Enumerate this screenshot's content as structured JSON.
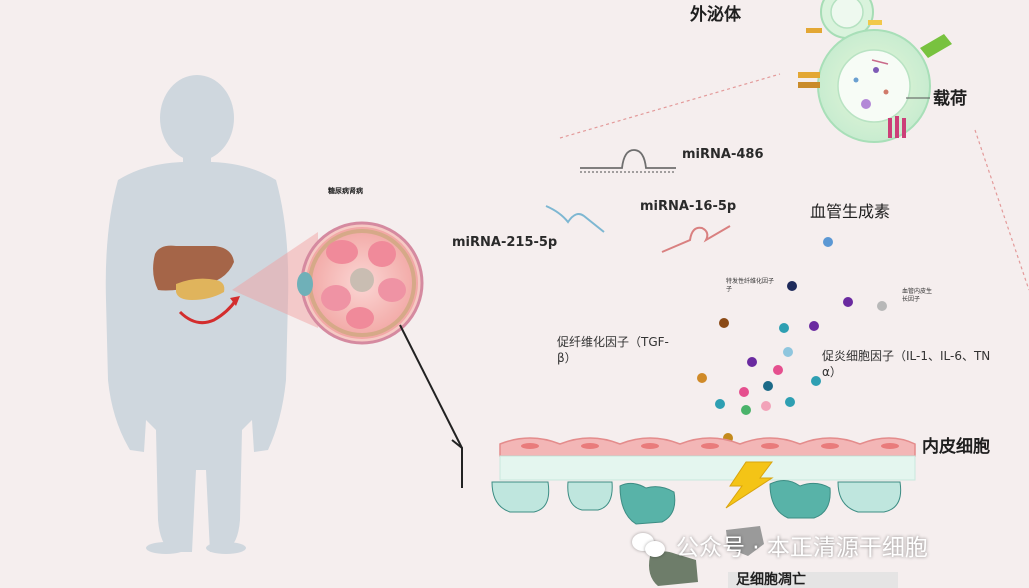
{
  "labels": {
    "exosome": "外泌体",
    "cargo": "载荷",
    "mirna_486": "miRNA-486",
    "mirna_16_5p": "miRNA-16-5p",
    "mirna_215_5p": "miRNA-215-5p",
    "angiogenic": "血管生成素",
    "kidney_caption": "糖尿病肾病",
    "small_factor_a_1": "特发性纤维化因子",
    "small_factor_a_2": "子",
    "small_factor_b_1": "血管内皮生",
    "small_factor_b_2": "长因子",
    "profibrotic_1": "促纤维化因子（TGF-",
    "profibrotic_2": "β）",
    "proinflammatory_1": "促炎细胞因子（IL-1、IL-6、TN",
    "proinflammatory_2": "α）",
    "endothelial": "内皮细胞",
    "podocyte_death": "足细胞凋亡"
  },
  "watermark": {
    "text": "公众号 · 本正清源干细胞",
    "icon": "wechat-icon"
  },
  "colors": {
    "background": "#f5eeee",
    "silhouette": "#cfd7de",
    "liver": "#a56548",
    "pancreas": "#e0b45c",
    "arrow": "#d32d2d",
    "endothelium": "#f3b6b6",
    "membrane": "#cdeedb",
    "podocyte": "#58b3a8",
    "lightning": "#f4c416"
  }
}
